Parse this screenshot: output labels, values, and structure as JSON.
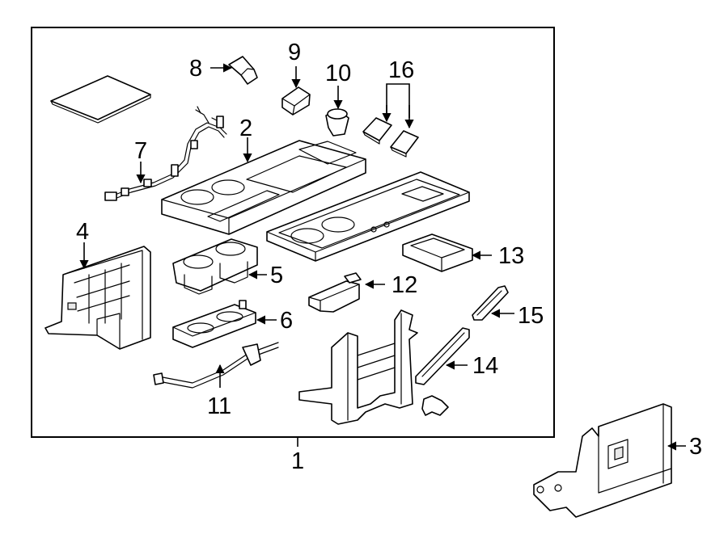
{
  "diagram": {
    "callouts": [
      "1",
      "2",
      "3",
      "4",
      "5",
      "6",
      "7",
      "8",
      "9",
      "10",
      "11",
      "12",
      "13",
      "14",
      "15",
      "16"
    ],
    "parts": [
      "console-floor-mat",
      "console-wiring-harness",
      "console-lid-tray",
      "cup-holder-insert",
      "cup-holder-mat",
      "console-trim-panel",
      "upper-console-tray",
      "storage-tray",
      "console-support-bracket",
      "side-bracket",
      "small-bracket",
      "rear-panel-3",
      "clip",
      "part-9",
      "part-8",
      "part-10",
      "part-16a",
      "part-16b"
    ],
    "colors": {
      "line": "#000000",
      "background": "#ffffff",
      "shade": "#e9e9e9"
    }
  }
}
